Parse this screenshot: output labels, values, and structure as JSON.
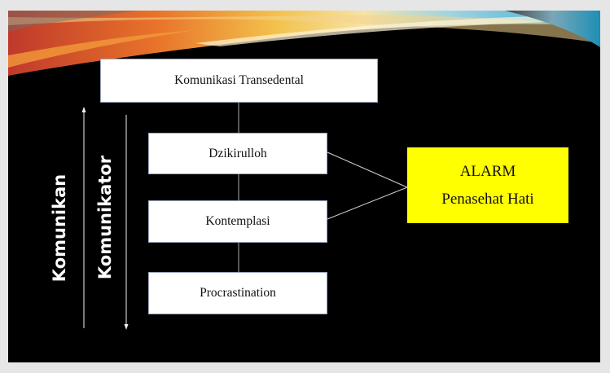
{
  "diagram": {
    "top_box": "Komunikasi Transedental",
    "steps": [
      "Dzikirulloh",
      "Kontemplasi",
      "Procrastination"
    ],
    "alarm": {
      "line1": "ALARM",
      "line2": "Penasehat Hati"
    },
    "left_labels": {
      "komunikan": "Komunikan",
      "komunikator": "Komunikator"
    }
  },
  "colors": {
    "background": "#000000",
    "alarm_fill": "#ffff00",
    "box_fill": "#ffffff"
  }
}
